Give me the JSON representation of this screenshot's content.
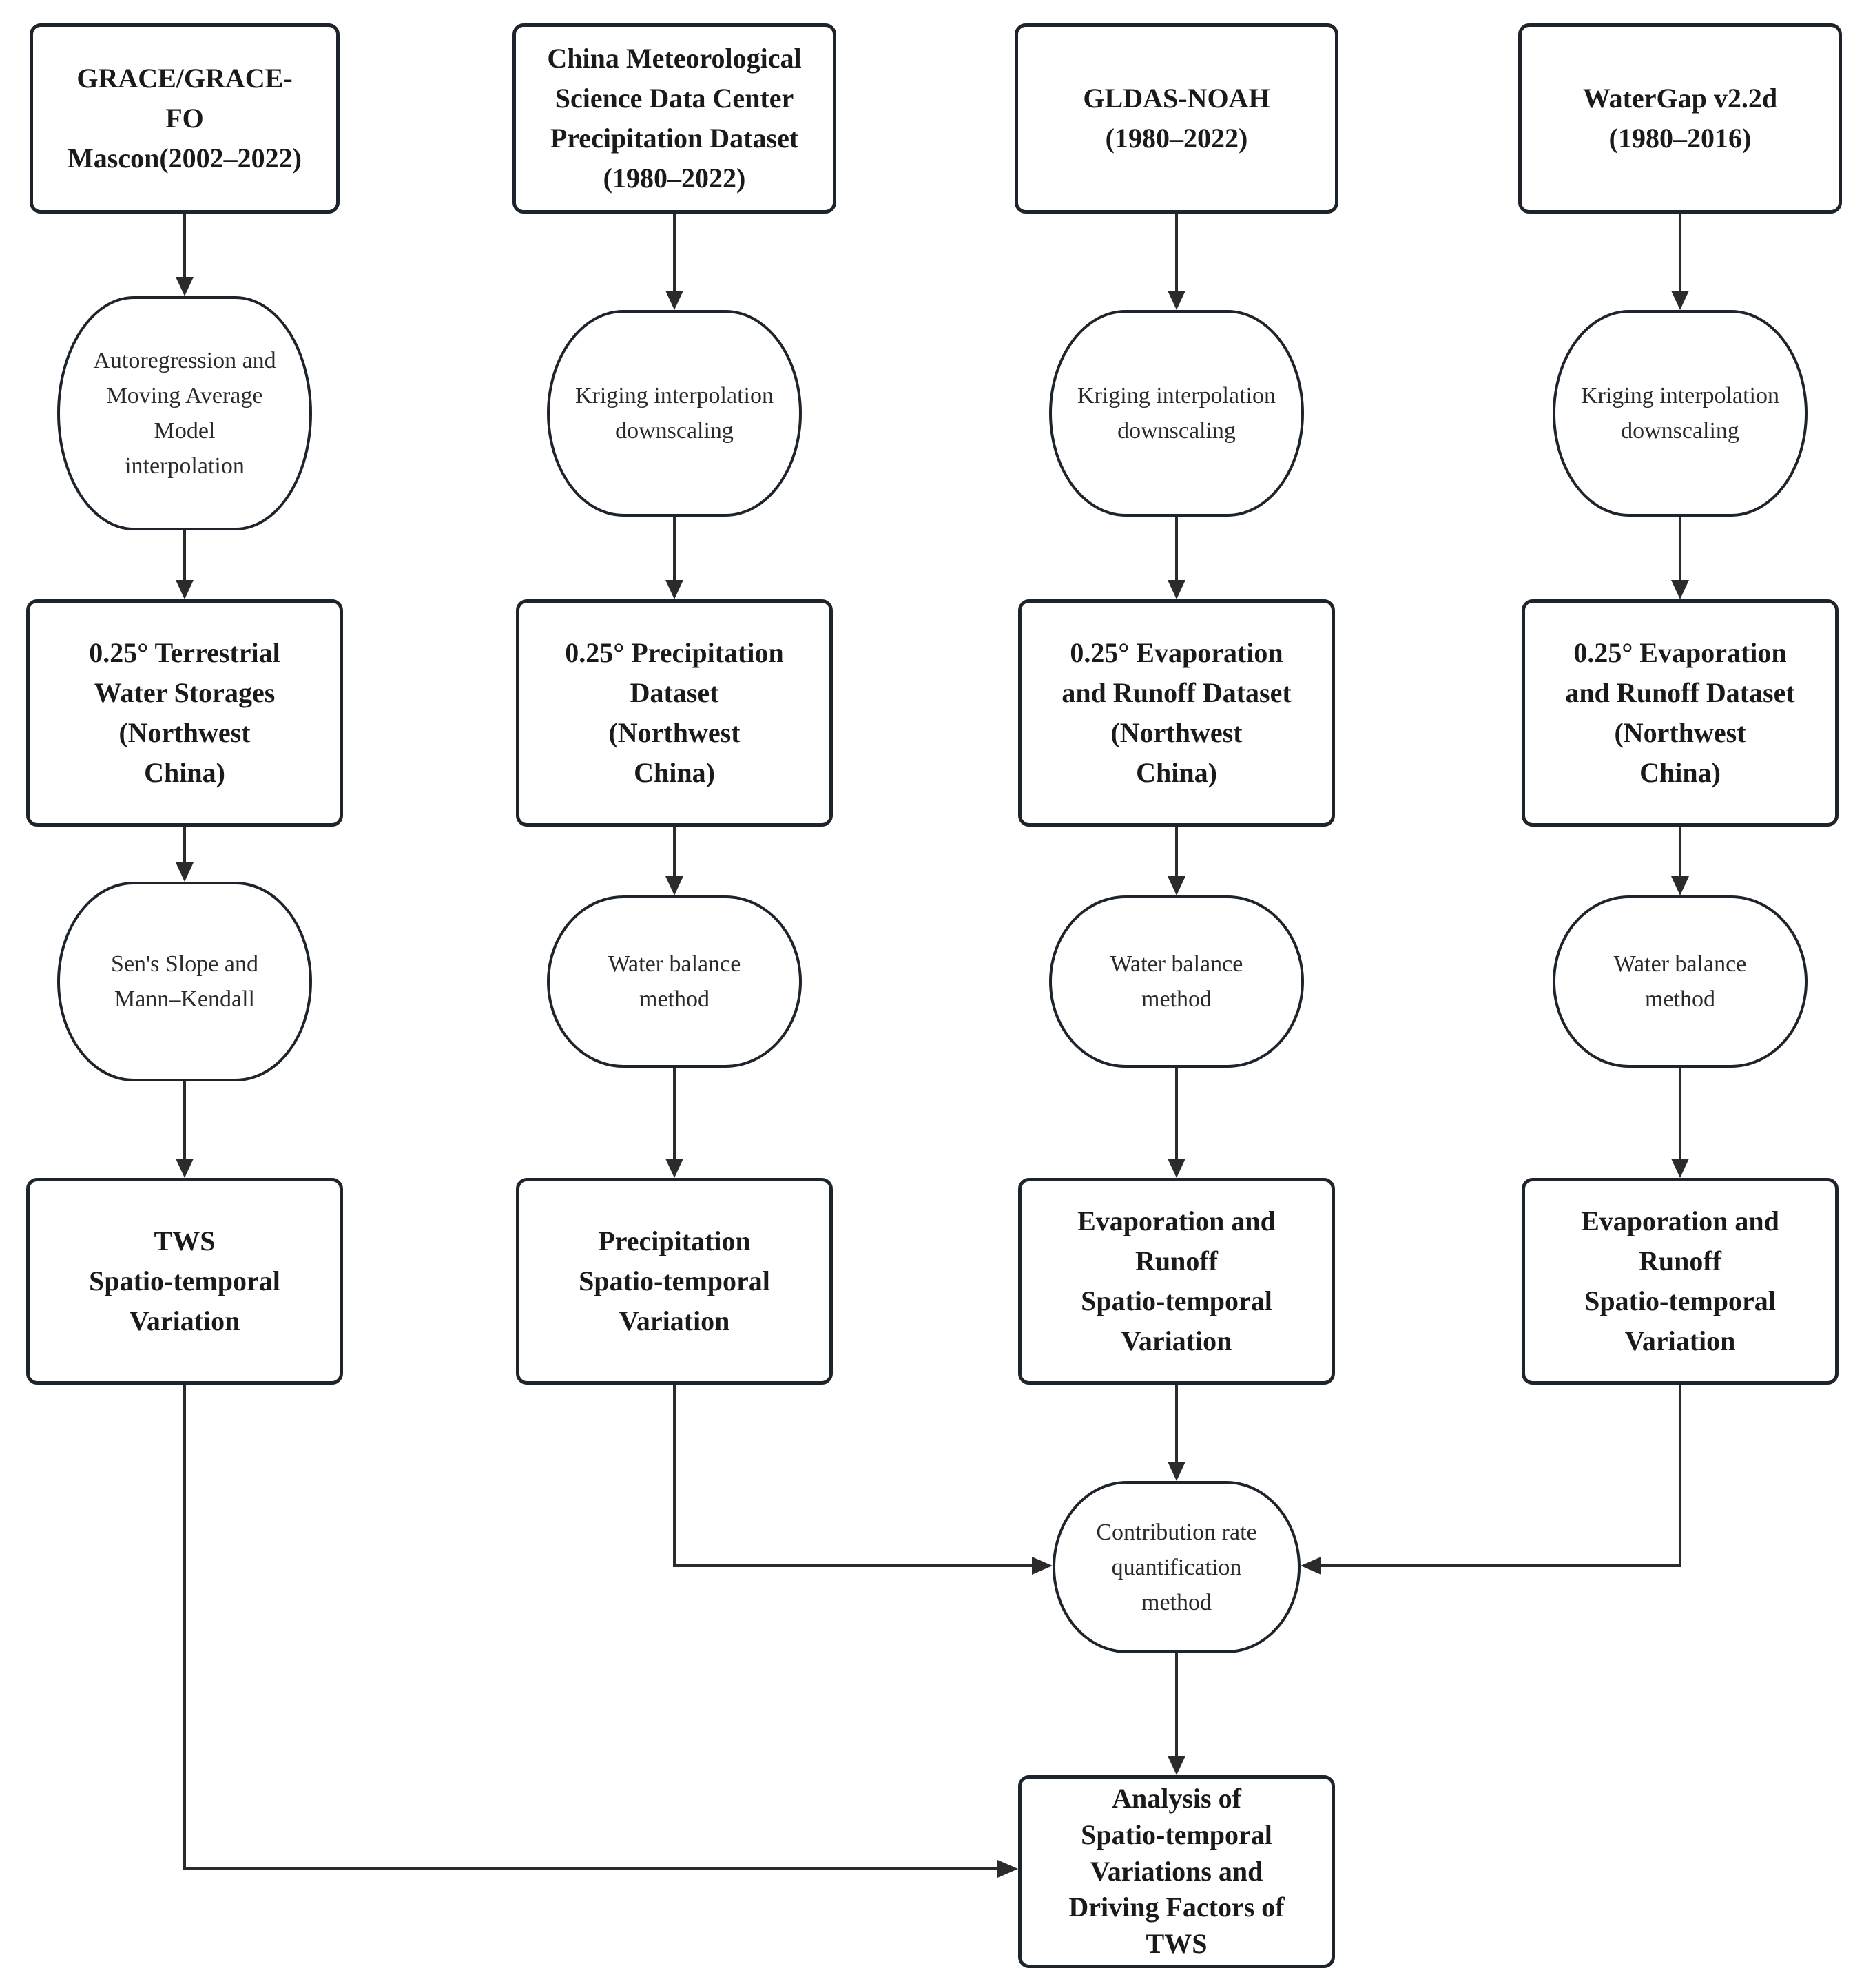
{
  "diagram": {
    "type": "flowchart",
    "colors": {
      "background": "#ffffff",
      "node_border": "#1d242c",
      "node_fill": "#ffffff",
      "connector": "#2b2b2b",
      "text": "#1a1a1a"
    },
    "columns": [
      {
        "id": "grace",
        "nodes": [
          {
            "id": "grace-source",
            "shape": "rectangle",
            "label": "GRACE/GRACE-\nFO\nMascon(2002–2022)"
          },
          {
            "id": "arma-interpolation",
            "shape": "rounded",
            "label": "Autoregression and\nMoving Average\nModel\ninterpolation"
          },
          {
            "id": "tws-dataset",
            "shape": "rectangle",
            "label": "0.25° Terrestrial\nWater Storages\n(Northwest\nChina)"
          },
          {
            "id": "sens-slope-mann-kendall",
            "shape": "rounded",
            "label": "Sen's Slope and\nMann–Kendall"
          },
          {
            "id": "tws-variation",
            "shape": "rectangle",
            "label": "TWS\nSpatio-temporal\nVariation"
          }
        ]
      },
      {
        "id": "precipitation",
        "nodes": [
          {
            "id": "cmsdc-source",
            "shape": "rectangle",
            "label": "China Meteorological\nScience Data Center\nPrecipitation Dataset\n(1980–2022)"
          },
          {
            "id": "kriging-precip",
            "shape": "rounded",
            "label": "Kriging interpolation\ndownscaling"
          },
          {
            "id": "precip-dataset",
            "shape": "rectangle",
            "label": "0.25° Precipitation\nDataset\n(Northwest\nChina)"
          },
          {
            "id": "water-balance-precip",
            "shape": "rounded",
            "label": "Water balance\nmethod"
          },
          {
            "id": "precip-variation",
            "shape": "rectangle",
            "label": "Precipitation\nSpatio-temporal\nVariation"
          }
        ]
      },
      {
        "id": "gldas",
        "nodes": [
          {
            "id": "gldas-source",
            "shape": "rectangle",
            "label": "GLDAS-NOAH\n(1980–2022)"
          },
          {
            "id": "kriging-gldas",
            "shape": "rounded",
            "label": "Kriging interpolation\ndownscaling"
          },
          {
            "id": "evap-dataset-gldas",
            "shape": "rectangle",
            "label": "0.25° Evaporation\nand Runoff Dataset\n(Northwest\nChina)"
          },
          {
            "id": "water-balance-gldas",
            "shape": "rounded",
            "label": "Water balance\nmethod"
          },
          {
            "id": "evap-variation-gldas",
            "shape": "rectangle",
            "label": "Evaporation and\nRunoff\nSpatio-temporal\nVariation"
          }
        ]
      },
      {
        "id": "watergap",
        "nodes": [
          {
            "id": "watergap-source",
            "shape": "rectangle",
            "label": "WaterGap v2.2d\n(1980–2016)"
          },
          {
            "id": "kriging-watergap",
            "shape": "rounded",
            "label": "Kriging interpolation\ndownscaling"
          },
          {
            "id": "evap-dataset-watergap",
            "shape": "rectangle",
            "label": "0.25° Evaporation\nand Runoff Dataset\n(Northwest\nChina)"
          },
          {
            "id": "water-balance-watergap",
            "shape": "rounded",
            "label": "Water balance\nmethod"
          },
          {
            "id": "evap-variation-watergap",
            "shape": "rectangle",
            "label": "Evaporation and\nRunoff\nSpatio-temporal\nVariation"
          }
        ]
      }
    ],
    "merge": [
      {
        "id": "contribution-rate",
        "shape": "rounded",
        "label": "Contribution rate\nquantification\nmethod"
      },
      {
        "id": "analysis",
        "shape": "rectangle",
        "label": "Analysis of\nSpatio-temporal\nVariations and\nDriving Factors of\nTWS"
      }
    ],
    "edges": [
      {
        "from": "grace-source",
        "to": "arma-interpolation"
      },
      {
        "from": "arma-interpolation",
        "to": "tws-dataset"
      },
      {
        "from": "tws-dataset",
        "to": "sens-slope-mann-kendall"
      },
      {
        "from": "sens-slope-mann-kendall",
        "to": "tws-variation"
      },
      {
        "from": "tws-variation",
        "to": "analysis"
      },
      {
        "from": "cmsdc-source",
        "to": "kriging-precip"
      },
      {
        "from": "kriging-precip",
        "to": "precip-dataset"
      },
      {
        "from": "precip-dataset",
        "to": "water-balance-precip"
      },
      {
        "from": "water-balance-precip",
        "to": "precip-variation"
      },
      {
        "from": "precip-variation",
        "to": "contribution-rate"
      },
      {
        "from": "gldas-source",
        "to": "kriging-gldas"
      },
      {
        "from": "kriging-gldas",
        "to": "evap-dataset-gldas"
      },
      {
        "from": "evap-dataset-gldas",
        "to": "water-balance-gldas"
      },
      {
        "from": "water-balance-gldas",
        "to": "evap-variation-gldas"
      },
      {
        "from": "evap-variation-gldas",
        "to": "contribution-rate"
      },
      {
        "from": "watergap-source",
        "to": "kriging-watergap"
      },
      {
        "from": "kriging-watergap",
        "to": "evap-dataset-watergap"
      },
      {
        "from": "evap-dataset-watergap",
        "to": "water-balance-watergap"
      },
      {
        "from": "water-balance-watergap",
        "to": "evap-variation-watergap"
      },
      {
        "from": "evap-variation-watergap",
        "to": "contribution-rate"
      },
      {
        "from": "contribution-rate",
        "to": "analysis"
      }
    ]
  }
}
